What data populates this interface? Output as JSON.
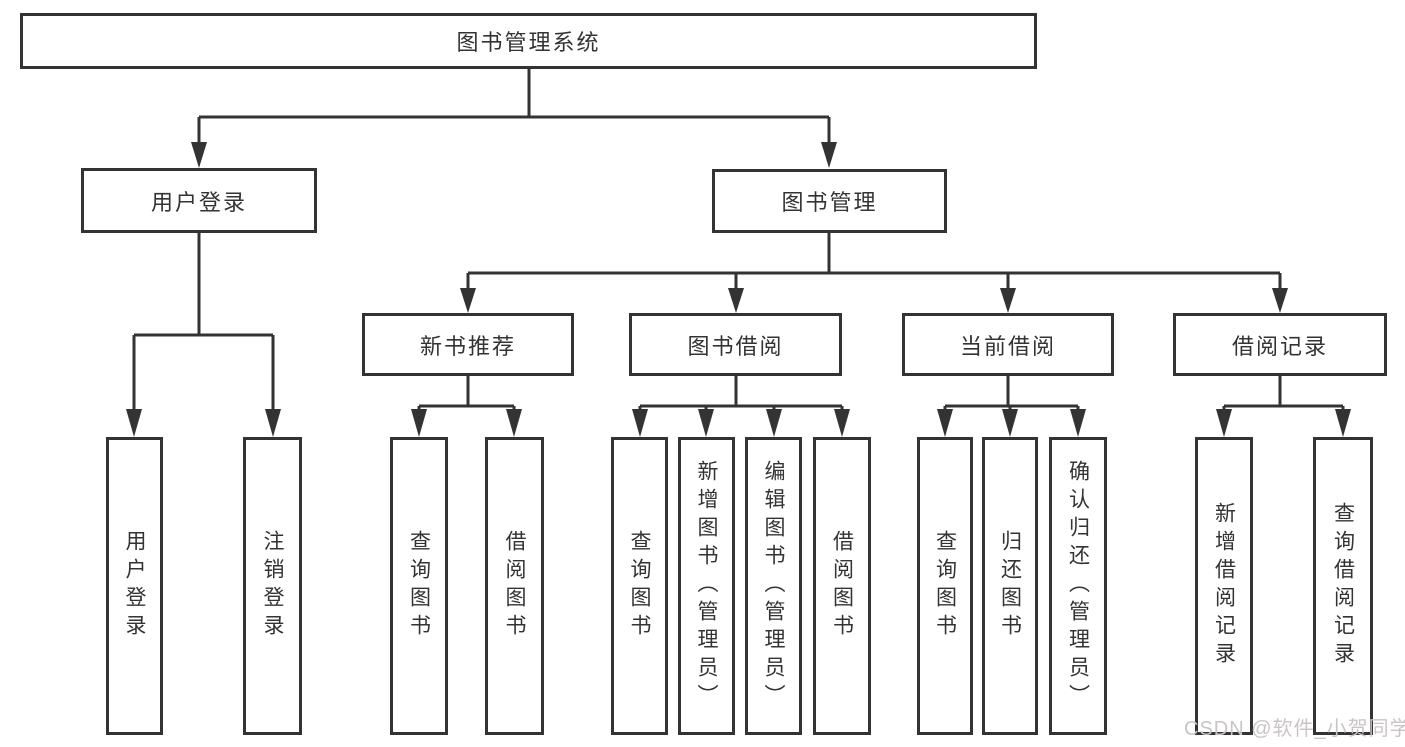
{
  "diagram": {
    "title_node": {
      "label": "图书管理系统"
    },
    "level2": [
      {
        "id": "user-login",
        "label": "用户登录"
      },
      {
        "id": "book-management",
        "label": "图书管理"
      }
    ],
    "level3": [
      {
        "id": "new-book-recommend",
        "label": "新书推荐",
        "parent": "图书管理"
      },
      {
        "id": "book-borrowing",
        "label": "图书借阅",
        "parent": "图书管理"
      },
      {
        "id": "current-borrowing",
        "label": "当前借阅",
        "parent": "图书管理"
      },
      {
        "id": "borrowing-records",
        "label": "借阅记录",
        "parent": "图书管理"
      }
    ],
    "leaves": [
      {
        "id": "leaf-user-login",
        "label": "用户登录",
        "parent": "用户登录"
      },
      {
        "id": "leaf-logout",
        "label": "注销登录",
        "parent": "用户登录"
      },
      {
        "id": "leaf-query-books-1",
        "label": "查询图书",
        "parent": "新书推荐"
      },
      {
        "id": "leaf-borrow-books-1",
        "label": "借阅图书",
        "parent": "新书推荐"
      },
      {
        "id": "leaf-query-books-2",
        "label": "查询图书",
        "parent": "图书借阅"
      },
      {
        "id": "leaf-add-book-admin",
        "label": "新增图书（管理员）",
        "parent": "图书借阅"
      },
      {
        "id": "leaf-edit-book-admin",
        "label": "编辑图书（管理员）",
        "parent": "图书借阅"
      },
      {
        "id": "leaf-borrow-books-2",
        "label": "借阅图书",
        "parent": "图书借阅"
      },
      {
        "id": "leaf-query-books-3",
        "label": "查询图书",
        "parent": "当前借阅"
      },
      {
        "id": "leaf-return-book",
        "label": "归还图书",
        "parent": "当前借阅"
      },
      {
        "id": "leaf-confirm-return-admin",
        "label": "确认归还（管理员）",
        "parent": "当前借阅"
      },
      {
        "id": "leaf-add-borrow-record",
        "label": "新增借阅记录",
        "parent": "借阅记录"
      },
      {
        "id": "leaf-query-borrow-record",
        "label": "查询借阅记录",
        "parent": "借阅记录"
      }
    ]
  },
  "watermark": {
    "text": "CSDN @软件_小贺同学"
  },
  "colors": {
    "line": "#333333",
    "box_border": "#333333",
    "text": "#333333",
    "watermark": "#c9c4c8",
    "background": "#ffffff"
  }
}
